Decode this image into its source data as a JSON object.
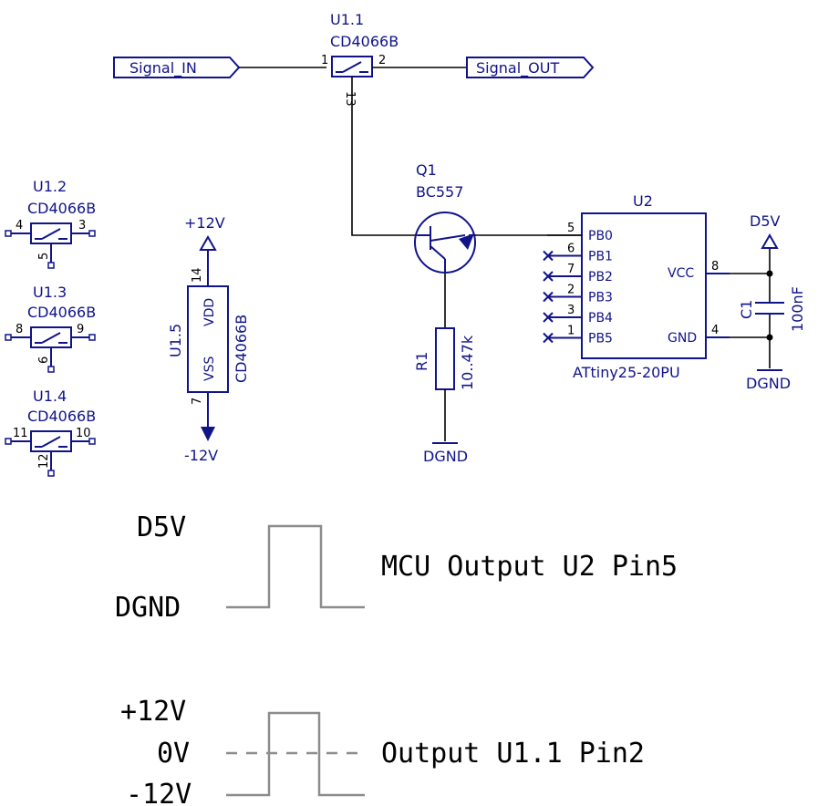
{
  "labels": {
    "signal_in": "Signal_IN",
    "signal_out": "Signal_OUT"
  },
  "u1_1": {
    "ref": "U1.1",
    "value": "CD4066B",
    "pin_in": "1",
    "pin_out": "2",
    "pin_ctrl": "13"
  },
  "u1_2": {
    "ref": "U1.2",
    "value": "CD4066B",
    "pin_a": "4",
    "pin_b": "3",
    "pin_c": "5"
  },
  "u1_3": {
    "ref": "U1.3",
    "value": "CD4066B",
    "pin_a": "8",
    "pin_b": "9",
    "pin_c": "6"
  },
  "u1_4": {
    "ref": "U1.4",
    "value": "CD4066B",
    "pin_a": "11",
    "pin_b": "10",
    "pin_c": "12"
  },
  "u1_5": {
    "ref": "U1.5",
    "value": "CD4066B",
    "vdd": "VDD",
    "vss": "VSS",
    "pin_vdd": "14",
    "pin_vss": "7",
    "pos_rail": "+12V",
    "neg_rail": "-12V"
  },
  "q1": {
    "ref": "Q1",
    "value": "BC557"
  },
  "r1": {
    "ref": "R1",
    "value": "10..47k"
  },
  "u2": {
    "ref": "U2",
    "value": "ATtiny25-20PU",
    "left_pins": [
      {
        "num": "5",
        "name": "PB0"
      },
      {
        "num": "6",
        "name": "PB1"
      },
      {
        "num": "7",
        "name": "PB2"
      },
      {
        "num": "2",
        "name": "PB3"
      },
      {
        "num": "3",
        "name": "PB4"
      },
      {
        "num": "1",
        "name": "PB5"
      }
    ],
    "vcc": "VCC",
    "gnd": "GND",
    "pin_vcc": "8",
    "pin_gnd": "4"
  },
  "c1": {
    "ref": "C1",
    "value": "100nF"
  },
  "power": {
    "d5v": "D5V",
    "dgnd_cap": "DGND",
    "dgnd_r": "DGND"
  },
  "waveform1": {
    "high": "D5V",
    "low": "DGND",
    "caption": "MCU Output U2 Pin5"
  },
  "waveform2": {
    "high": "+12V",
    "mid": "0V",
    "low": "-12V",
    "caption": "Output U1.1 Pin2"
  }
}
